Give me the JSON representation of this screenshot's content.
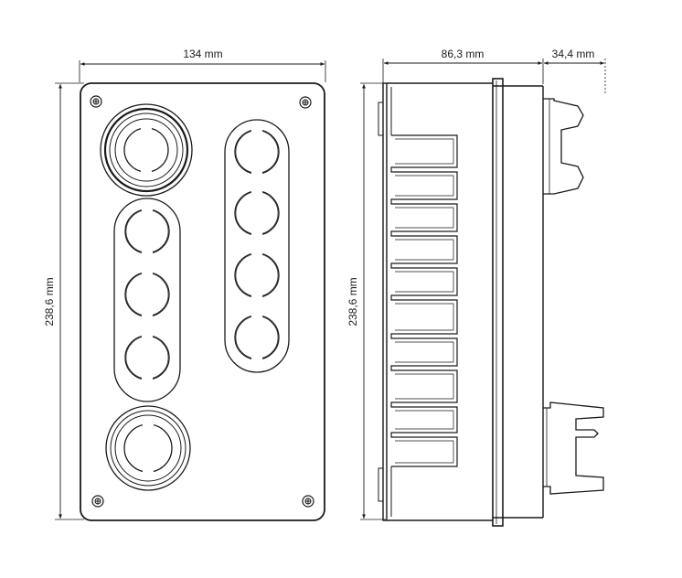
{
  "dimensions": {
    "front_width": "134 mm",
    "front_height": "238,6 mm",
    "side_depth": "86,3 mm",
    "side_extra": "34,4 mm",
    "side_height": "238,6 mm"
  },
  "colors": {
    "line": "#1a1a1a",
    "background": "#ffffff"
  }
}
